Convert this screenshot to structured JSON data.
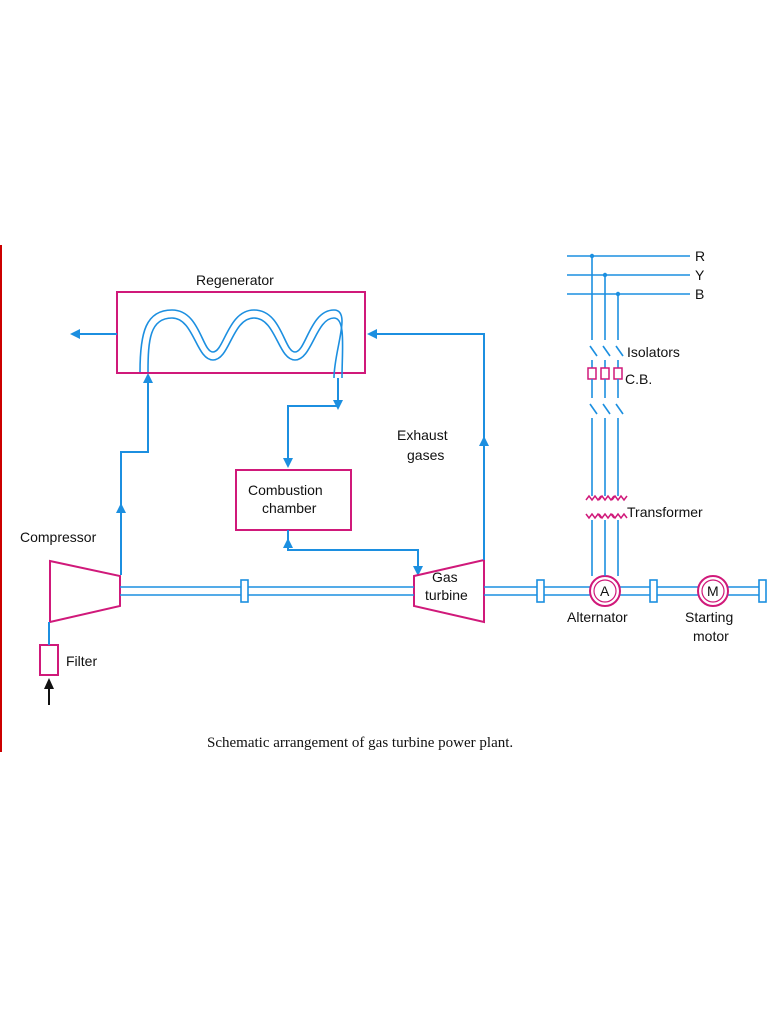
{
  "diagram": {
    "caption": "Schematic arrangement of gas turbine power plant.",
    "labels": {
      "regenerator": "Regenerator",
      "compressor": "Compressor",
      "filter": "Filter",
      "combustion_line1": "Combustion",
      "combustion_line2": "chamber",
      "exhaust_line1": "Exhaust",
      "exhaust_line2": "gases",
      "gas_line1": "Gas",
      "gas_line2": "turbine",
      "alternator": "Alternator",
      "alternator_symbol": "A",
      "motor_symbol": "M",
      "starting_line1": "Starting",
      "starting_line2": "motor",
      "isolators": "Isolators",
      "cb": "C.B.",
      "transformer": "Transformer",
      "phase_r": "R",
      "phase_y": "Y",
      "phase_b": "B"
    },
    "colors": {
      "flow_lines": "#1c8fe0",
      "equipment_outline": "#d0197a",
      "left_border": "#cc0000"
    }
  }
}
